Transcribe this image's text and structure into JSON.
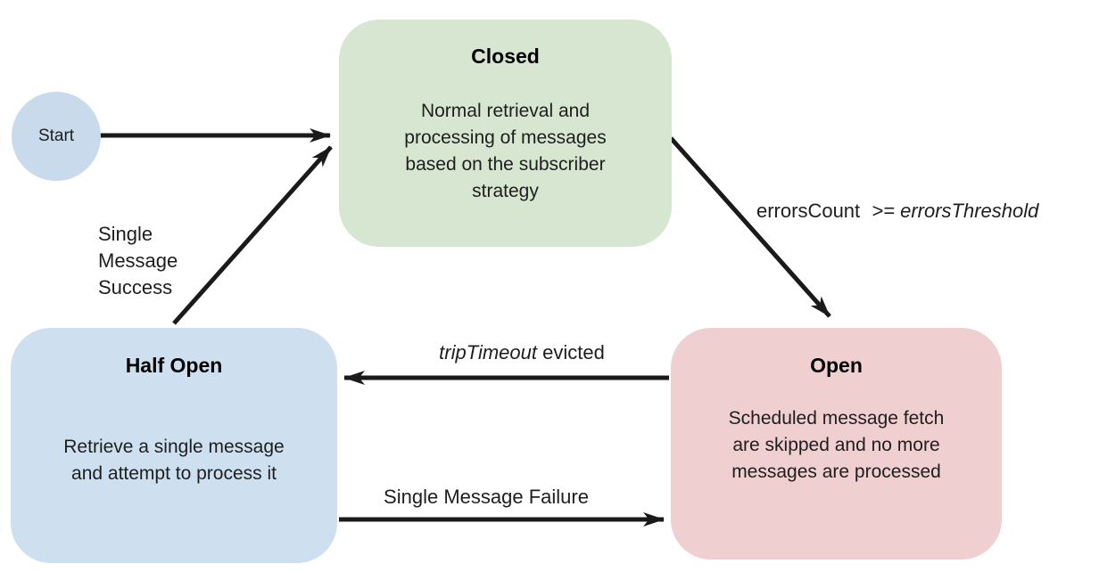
{
  "canvas": {
    "background": "#ffffff",
    "arrow_color": "#1a1a1a"
  },
  "nodes": {
    "start": {
      "label": "Start",
      "fill": "#c8daeb"
    },
    "closed": {
      "title": "Closed",
      "body_lines": [
        "Normal retrieval and",
        "processing of messages",
        "based on the subscriber",
        "strategy"
      ],
      "fill": "#d7e6d1"
    },
    "half_open": {
      "title": "Half Open",
      "body_lines": [
        "Retrieve a single message",
        "and attempt to process it"
      ],
      "fill": "#cee0f0"
    },
    "open": {
      "title": "Open",
      "body_lines": [
        "Scheduled message fetch",
        "are skipped and no more",
        "messages are processed"
      ],
      "fill": "#efcfd0"
    }
  },
  "edges": {
    "start_to_closed": {
      "from": "Start",
      "to": "Closed"
    },
    "half_open_to_closed": {
      "from": "Half Open",
      "to": "Closed",
      "label_lines": [
        "Single",
        "Message",
        "Success"
      ]
    },
    "closed_to_open": {
      "from": "Closed",
      "to": "Open",
      "label_normal": "errorsCount",
      "label_italic": ">= errorsThreshold"
    },
    "open_to_half_open": {
      "from": "Open",
      "to": "Half Open",
      "label_italic": "tripTimeout",
      "label_normal": "evicted"
    },
    "half_open_to_open": {
      "from": "Half Open",
      "to": "Open",
      "label": "Single Message Failure"
    }
  }
}
